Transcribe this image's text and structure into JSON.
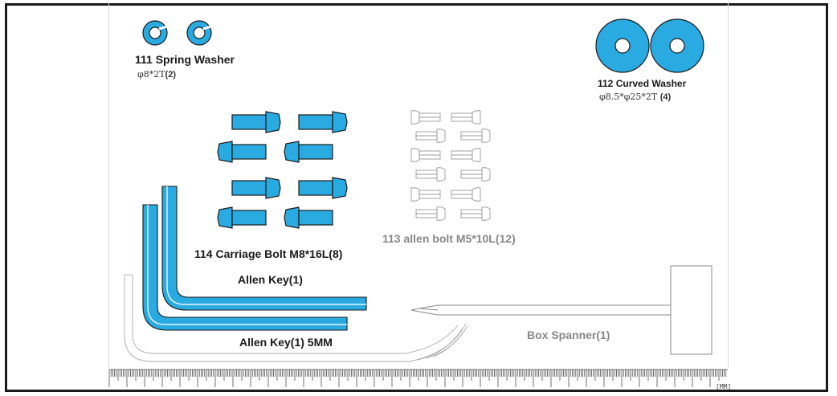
{
  "parts": {
    "spring_washer": {
      "label": "111 Spring Washer",
      "spec": "φ8*2T",
      "qty": "(2)"
    },
    "curved_washer": {
      "label": "112 Curved Washer",
      "spec": "φ8.5*φ25*2T",
      "qty": "(4)"
    },
    "carriage_bolt": {
      "label": "114 Carriage Bolt  M8*16L(8)"
    },
    "allen_bolt": {
      "label": "113 allen bolt  M5*10L(12)"
    },
    "allen_key": {
      "label": "Allen Key(1)"
    },
    "allen_key_5mm": {
      "label": "Allen Key(1) 5MM"
    },
    "box_spanner": {
      "label": "Box Spanner(1)"
    }
  },
  "ruler": {
    "unit": "MM"
  },
  "colors": {
    "part_fill": "#29abe2",
    "outline": "#1a1a1a",
    "sketch": "#9a9a9a"
  }
}
